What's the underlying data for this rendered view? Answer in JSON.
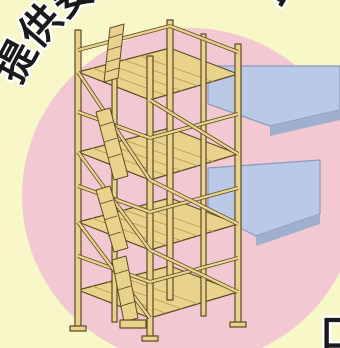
{
  "illustration": {
    "subject": "scaffold-stair-tower",
    "title_text": "提供安全的逃出口",
    "trailing_glyph": "口",
    "colors": {
      "background": "#f7f7c7",
      "circle": "#f2c9d3",
      "floor_slab": "#b9c9e6",
      "scaffold_wood": "#e9d38c",
      "scaffold_outline": "#5b4a25"
    }
  }
}
